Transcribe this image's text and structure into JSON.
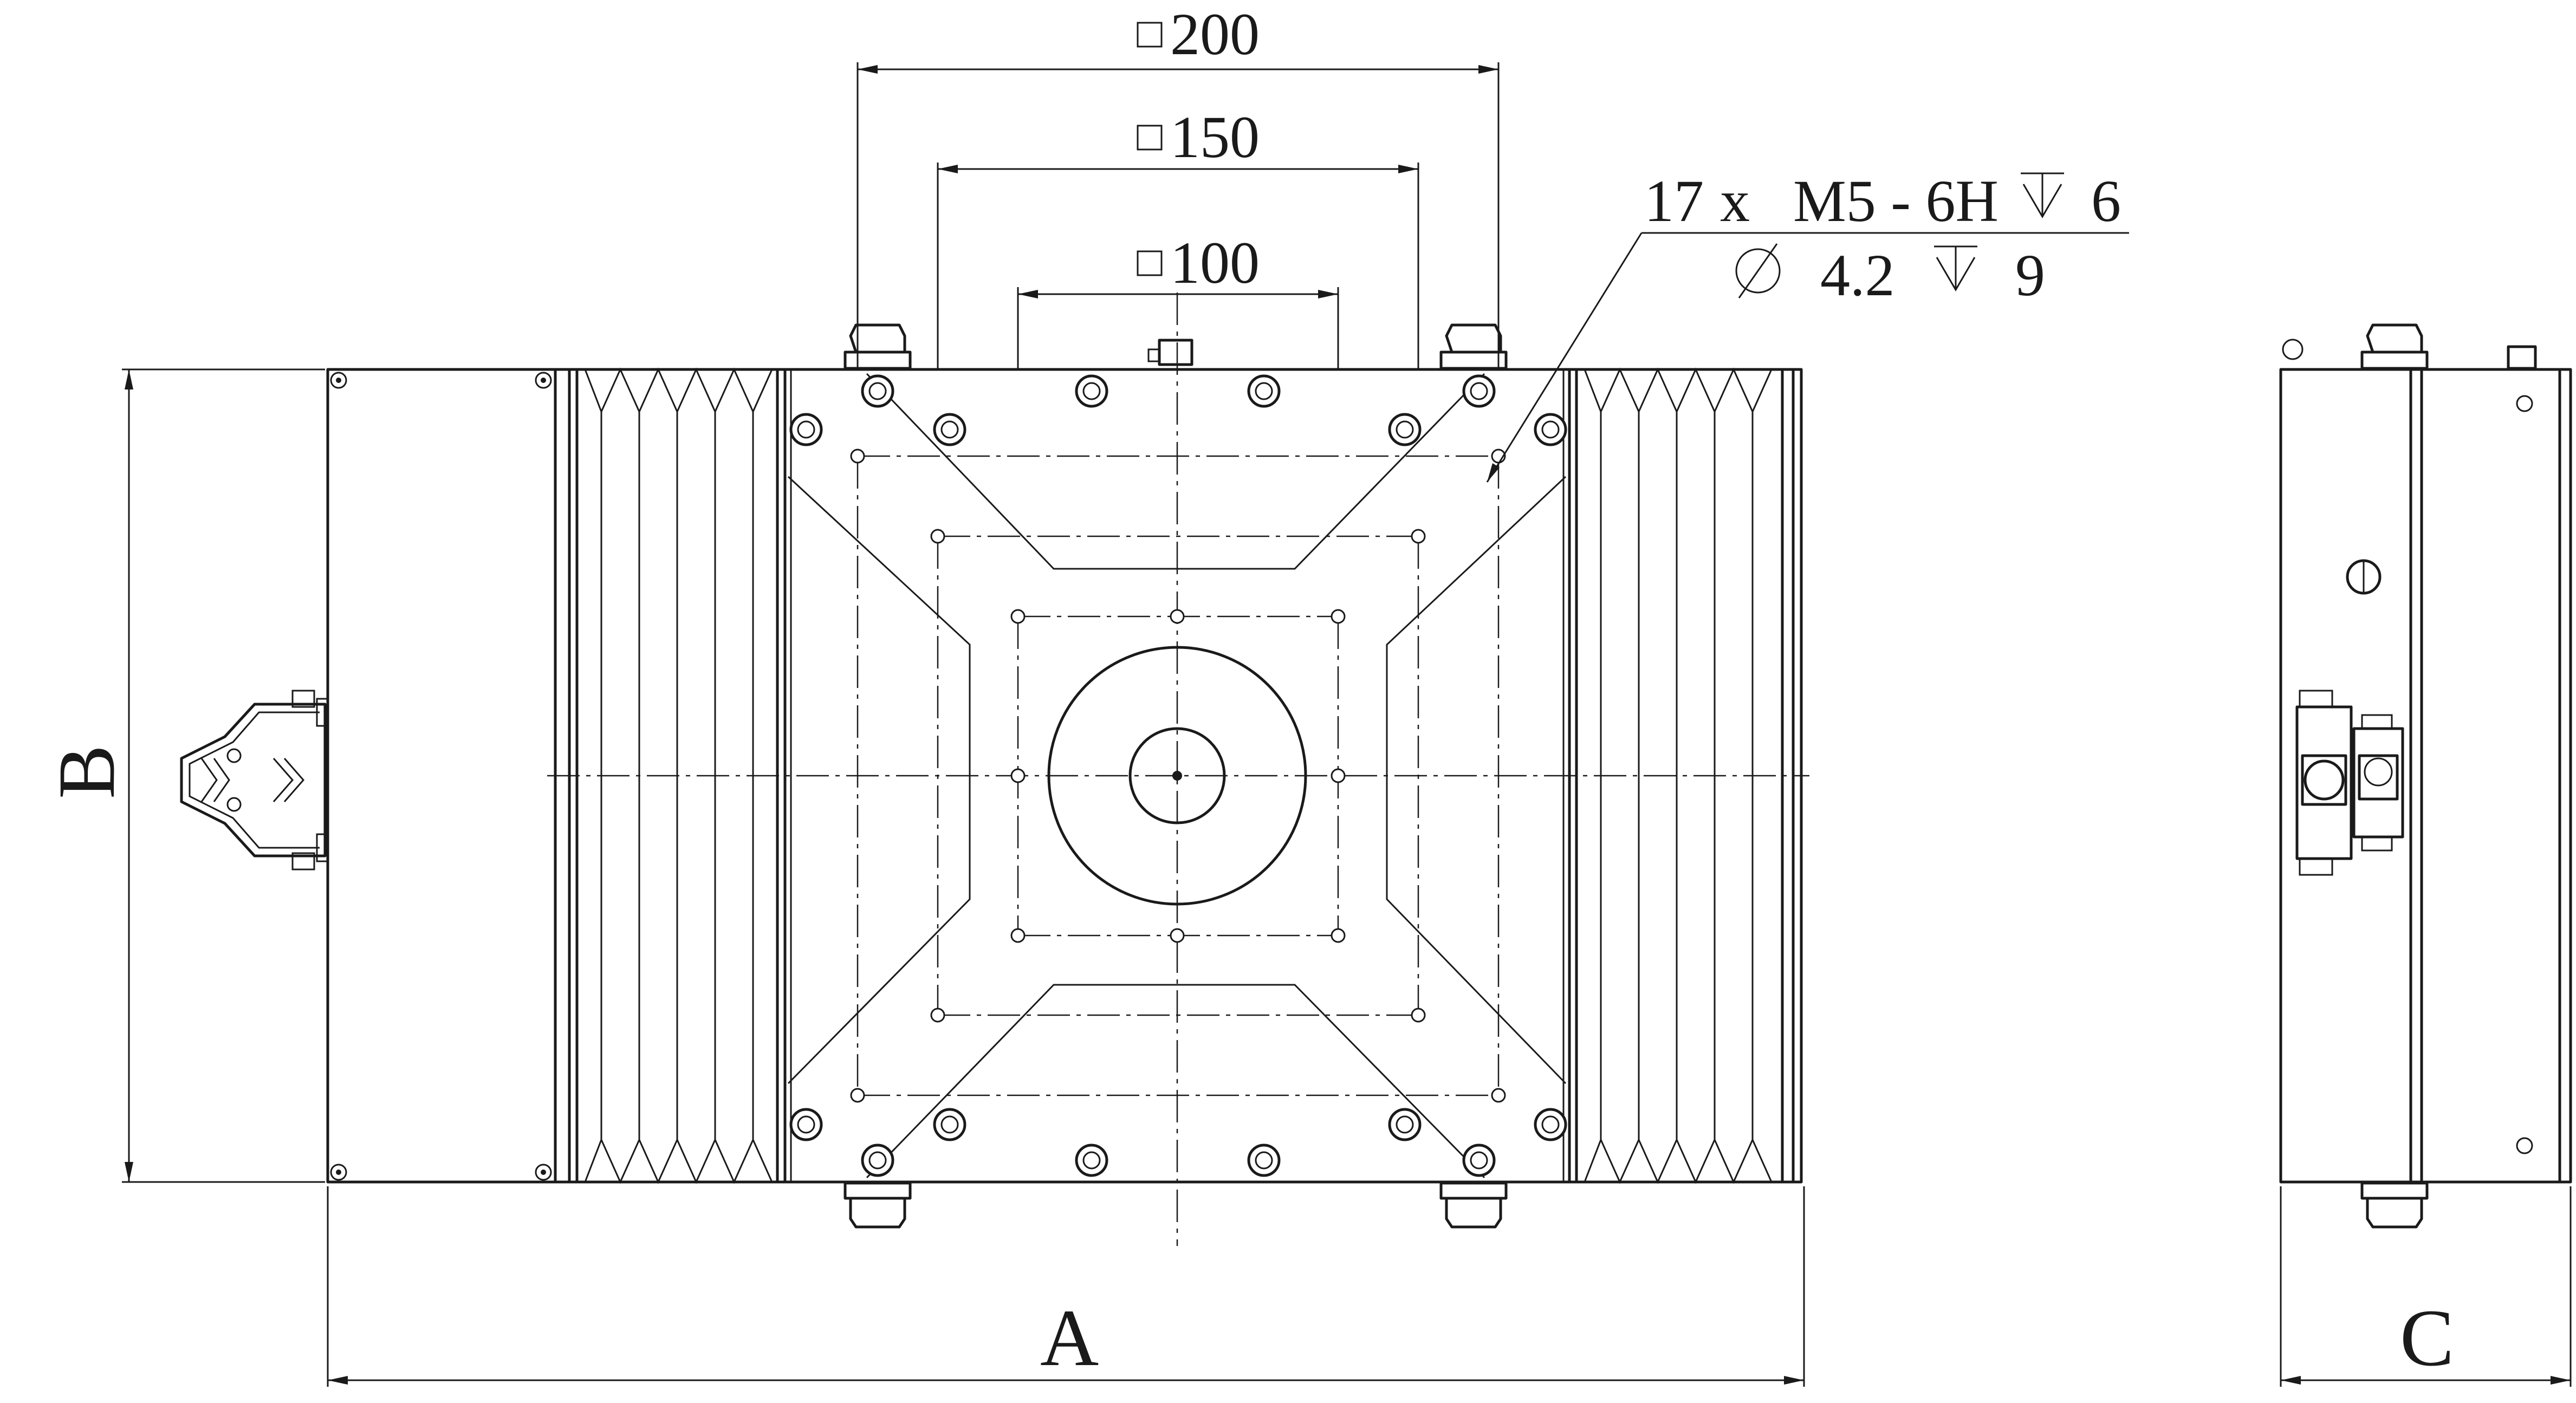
{
  "dimensions": {
    "square_200": "200",
    "square_150": "150",
    "square_100": "100",
    "a": "A",
    "b": "B",
    "c": "C"
  },
  "callout": {
    "line1_count": "17",
    "line1_x": "x",
    "line1_thread": "M5 - 6H",
    "line1_depth": "6",
    "line2_dia": "4.2",
    "line2_depth": "9"
  }
}
